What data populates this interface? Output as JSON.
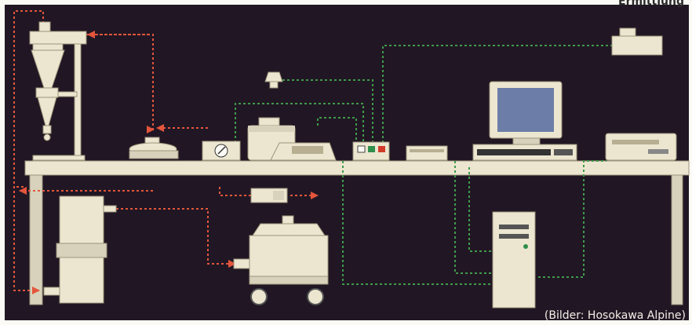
{
  "caption": "(Bilder: Hosokawa Alpine)",
  "header_fragment": "Ermittlung",
  "colors": {
    "background": "#211724",
    "frame": "#fbfaf5",
    "equipment": "#ece6d0",
    "equipment_shadow": "#b8ae92",
    "air_line": "#e4553c",
    "signal_line": "#3f9a4a",
    "monitor_screen": "#6c7ea8",
    "red_button": "#d23a2a",
    "green_button": "#2f8f4a"
  },
  "components": [
    {
      "name": "cyclone-separator"
    },
    {
      "name": "support-stand"
    },
    {
      "name": "sieve-unit"
    },
    {
      "name": "pressure-gauge"
    },
    {
      "name": "air-jet-sieve"
    },
    {
      "name": "balance"
    },
    {
      "name": "control-box"
    },
    {
      "name": "printer"
    },
    {
      "name": "computer-monitor"
    },
    {
      "name": "keyboard"
    },
    {
      "name": "flat-printer"
    },
    {
      "name": "sensor-top"
    },
    {
      "name": "sensor-small"
    },
    {
      "name": "filter-cylinder"
    },
    {
      "name": "flow-valve"
    },
    {
      "name": "vacuum-cleaner"
    },
    {
      "name": "computer-tower"
    }
  ]
}
